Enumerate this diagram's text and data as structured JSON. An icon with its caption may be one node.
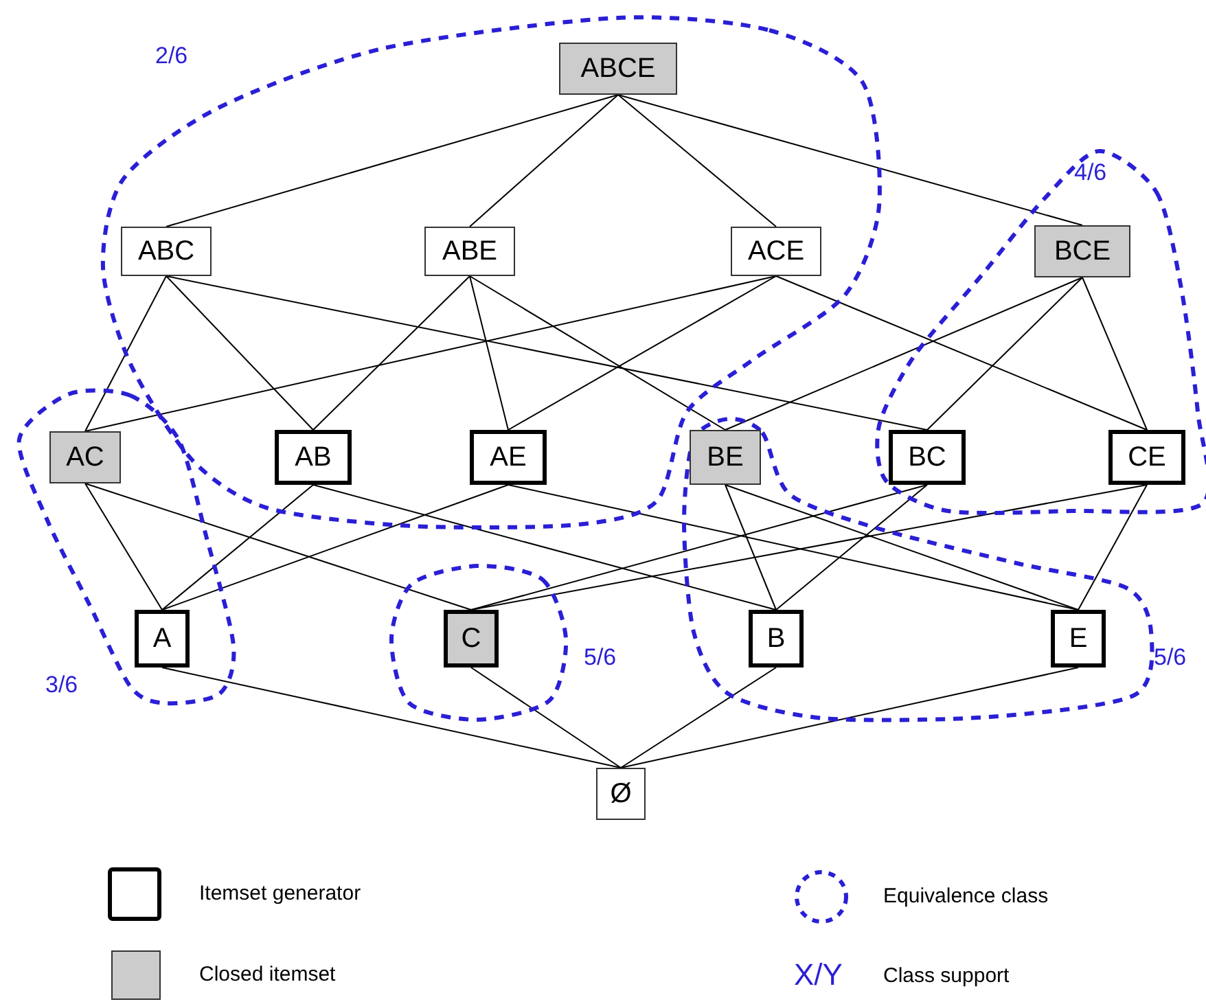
{
  "diagram": {
    "nodes": [
      {
        "text": [
          "ABCE"
        ]
      },
      {
        "text": [
          "ABC"
        ]
      },
      {
        "text": [
          "ABE"
        ]
      },
      {
        "text": [
          "ACE"
        ]
      },
      {
        "text": [
          "BCE"
        ]
      },
      {
        "text": [
          "AC"
        ]
      },
      {
        "text": [
          "AB"
        ]
      },
      {
        "text": [
          "AE"
        ]
      },
      {
        "text": [
          "BE"
        ]
      },
      {
        "text": [
          "BC"
        ]
      },
      {
        "text": [
          "CE"
        ]
      },
      {
        "text": [
          "A"
        ]
      },
      {
        "text": [
          "C"
        ]
      },
      {
        "text": [
          "B"
        ]
      },
      {
        "text": [
          "E"
        ]
      },
      {
        "text": [
          "Ø"
        ]
      }
    ],
    "edges": [
      {
        "from": 0,
        "to": 1,
        "arrow": "none"
      },
      {
        "from": 0,
        "to": 2,
        "arrow": "none"
      },
      {
        "from": 0,
        "to": 3,
        "arrow": "none"
      },
      {
        "from": 0,
        "to": 4,
        "arrow": "none"
      },
      {
        "from": 1,
        "to": 5,
        "arrow": "none"
      },
      {
        "from": 1,
        "to": 6,
        "arrow": "none"
      },
      {
        "from": 1,
        "to": 9,
        "arrow": "none"
      },
      {
        "from": 2,
        "to": 6,
        "arrow": "none"
      },
      {
        "from": 2,
        "to": 7,
        "arrow": "none"
      },
      {
        "from": 2,
        "to": 8,
        "arrow": "none"
      },
      {
        "from": 3,
        "to": 5,
        "arrow": "none"
      },
      {
        "from": 3,
        "to": 7,
        "arrow": "none"
      },
      {
        "from": 3,
        "to": 10,
        "arrow": "none"
      },
      {
        "from": 4,
        "to": 8,
        "arrow": "none"
      },
      {
        "from": 4,
        "to": 9,
        "arrow": "none"
      },
      {
        "from": 4,
        "to": 10,
        "arrow": "none"
      },
      {
        "from": 5,
        "to": 11,
        "arrow": "none"
      },
      {
        "from": 5,
        "to": 12,
        "arrow": "none"
      },
      {
        "from": 6,
        "to": 11,
        "arrow": "none"
      },
      {
        "from": 6,
        "to": 13,
        "arrow": "none"
      },
      {
        "from": 7,
        "to": 11,
        "arrow": "none"
      },
      {
        "from": 7,
        "to": 14,
        "arrow": "none"
      },
      {
        "from": 8,
        "to": 13,
        "arrow": "none"
      },
      {
        "from": 8,
        "to": 14,
        "arrow": "none"
      },
      {
        "from": 9,
        "to": 12,
        "arrow": "none"
      },
      {
        "from": 9,
        "to": 13,
        "arrow": "none"
      },
      {
        "from": 10,
        "to": 12,
        "arrow": "none"
      },
      {
        "from": 10,
        "to": 14,
        "arrow": "none"
      },
      {
        "from": 11,
        "to": 15,
        "arrow": "none"
      },
      {
        "from": 12,
        "to": 15,
        "arrow": "none"
      },
      {
        "from": 13,
        "to": 15,
        "arrow": "none"
      },
      {
        "from": 14,
        "to": 15,
        "arrow": "none"
      }
    ],
    "labels": [
      "2/6",
      "4/6",
      "3/6",
      "5/6",
      "5/6",
      "X/Y"
    ],
    "legend": [
      {
        "text": "Itemset generator"
      },
      {
        "text": "Closed itemset",
        "color": "#cccccc"
      },
      {
        "text": "Equivalence class"
      },
      {
        "text": "Class support"
      }
    ]
  }
}
